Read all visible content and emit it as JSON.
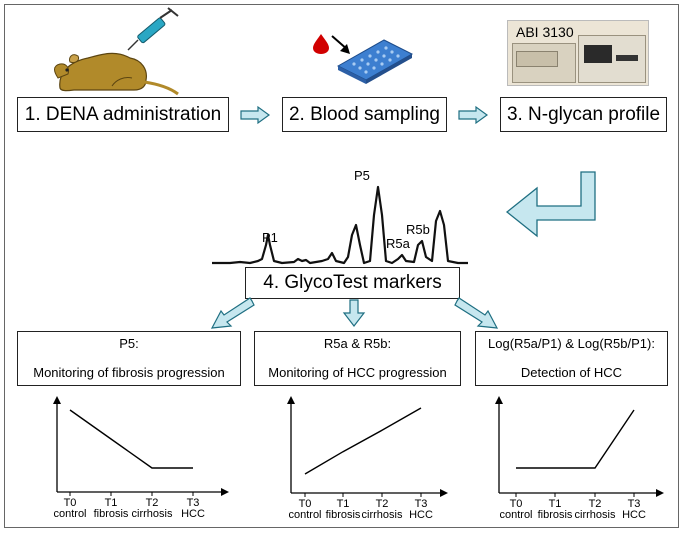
{
  "steps": [
    {
      "label": "1. DENA administration"
    },
    {
      "label": "2. Blood sampling"
    },
    {
      "label": "3. N-glycan profile"
    },
    {
      "label": "4. GlycoTest markers"
    }
  ],
  "instrument_label": "ABI 3130",
  "peaks": [
    "P1",
    "P5",
    "R5a",
    "R5b"
  ],
  "markers": [
    {
      "line1": "P5:",
      "line2": "Monitoring of fibrosis progression"
    },
    {
      "line1": "R5a & R5b:",
      "line2": "Monitoring of HCC progression"
    },
    {
      "line1": "Log(R5a/P1) & Log(R5b/P1):",
      "line2": "Detection of HCC"
    }
  ],
  "stages": [
    {
      "t": "T0",
      "name": "control"
    },
    {
      "t": "T1",
      "name": "fibrosis"
    },
    {
      "t": "T2",
      "name": "cirrhosis"
    },
    {
      "t": "T3",
      "name": "HCC"
    }
  ],
  "trend_data": [
    {
      "type": "line",
      "marker": "P5",
      "values": [
        1.0,
        0.6,
        0.2,
        0.2
      ]
    },
    {
      "type": "line",
      "marker": "R5a & R5b",
      "values": [
        0.2,
        0.47,
        0.73,
        1.0
      ]
    },
    {
      "type": "line",
      "marker": "Log(R5a/P1) & Log(R5b/P1)",
      "values": [
        0.2,
        0.2,
        0.2,
        1.0
      ]
    }
  ],
  "colors": {
    "arrow_fill": "#c6e7ef",
    "arrow_stroke": "#1f6f82",
    "mouse": "#b18a2a",
    "plate": "#3d7fd0",
    "blood": "#d10000",
    "syringe": "#2aa7c4"
  },
  "icons": [
    "mouse-icon",
    "syringe-icon",
    "blood-drop-icon",
    "well-plate-icon",
    "sequencer-photo"
  ]
}
